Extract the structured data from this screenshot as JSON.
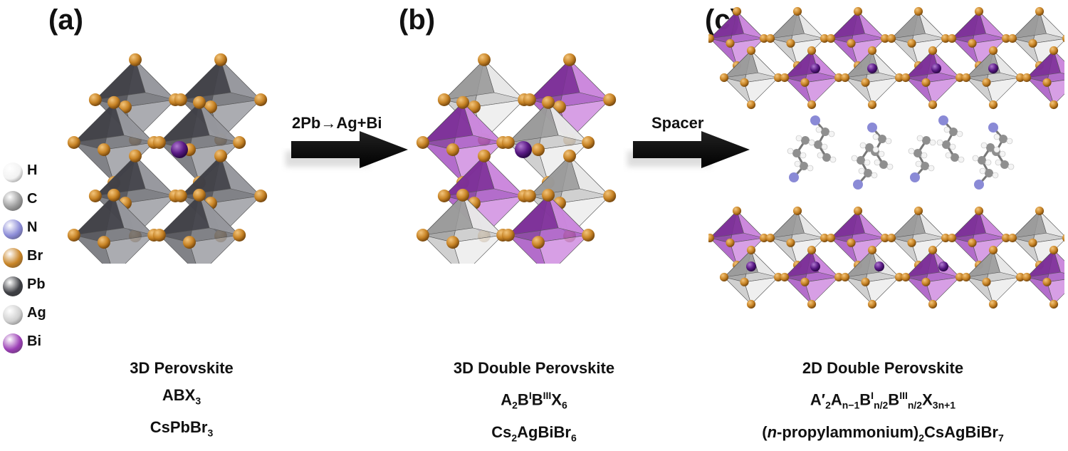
{
  "panels": {
    "a": {
      "label": "(a)",
      "caption": {
        "line1": "3D Perovskite",
        "line2_parts": [
          "ABX",
          "3"
        ],
        "line3_parts": [
          "CsPbBr",
          "3"
        ]
      }
    },
    "b": {
      "label": "(b)",
      "caption": {
        "line1": "3D Double Perovskite",
        "line2_parts": [
          "A",
          "2",
          "B",
          "I",
          "B",
          "III",
          "X",
          "6"
        ],
        "line3_parts": [
          "Cs",
          "2",
          "AgBiBr",
          "6"
        ]
      }
    },
    "c": {
      "label": "(c)",
      "caption": {
        "line1": "2D Double Perovskite",
        "line2_parts": [
          "A′",
          "2",
          "A",
          "n−1",
          "B",
          "I",
          "n/2",
          "B",
          "III",
          "n/2",
          "X",
          "3n+1"
        ],
        "line3_parts": [
          "(",
          "n",
          "-propylammonium)",
          "2",
          "CsAgBiBr",
          "7"
        ]
      }
    }
  },
  "arrows": [
    {
      "label": "2Pb→Ag+Bi"
    },
    {
      "label": "Spacer"
    }
  ],
  "legend": [
    {
      "label": "H",
      "color": "#f2f2f2"
    },
    {
      "label": "C",
      "color": "#9a9a9a"
    },
    {
      "label": "N",
      "color": "#8a8ad6"
    },
    {
      "label": "Br",
      "color": "#c88426"
    },
    {
      "label": "Pb",
      "color": "#3e3f44"
    },
    {
      "label": "Ag",
      "color": "#cfcfcf"
    },
    {
      "label": "Bi",
      "color": "#9b3fb5"
    }
  ]
}
